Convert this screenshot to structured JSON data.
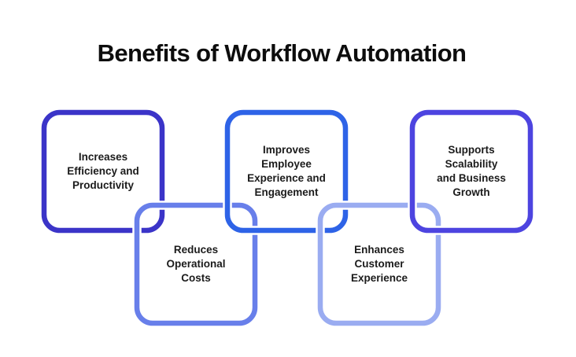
{
  "title": "Benefits of Workflow Automation",
  "background_color": "#ffffff",
  "text_color": "#1b1b1b",
  "boxes": [
    {
      "label": "Increases Efficiency and Productivity",
      "lines": [
        "Increases",
        "Efficiency and",
        "Productivity"
      ],
      "color": "#3B34C8",
      "position": "top-row-1"
    },
    {
      "label": "Reduces Operational Costs",
      "lines": [
        "Reduces",
        "Operational",
        "Costs"
      ],
      "color": "#687FEA",
      "position": "bottom-row-1"
    },
    {
      "label": "Improves Employee Experience and Engagement",
      "lines": [
        "Improves",
        "Employee",
        "Experience and",
        "Engagement"
      ],
      "color": "#2E63E7",
      "position": "top-row-2"
    },
    {
      "label": "Enhances Customer Experience",
      "lines": [
        "Enhances",
        "Customer",
        "Experience"
      ],
      "color": "#9AACF1",
      "position": "bottom-row-2"
    },
    {
      "label": "Supports Scalability and Business Growth",
      "lines": [
        "Supports",
        "Scalability",
        "and Business",
        "Growth"
      ],
      "color": "#4D44E0",
      "position": "top-row-3"
    }
  ]
}
